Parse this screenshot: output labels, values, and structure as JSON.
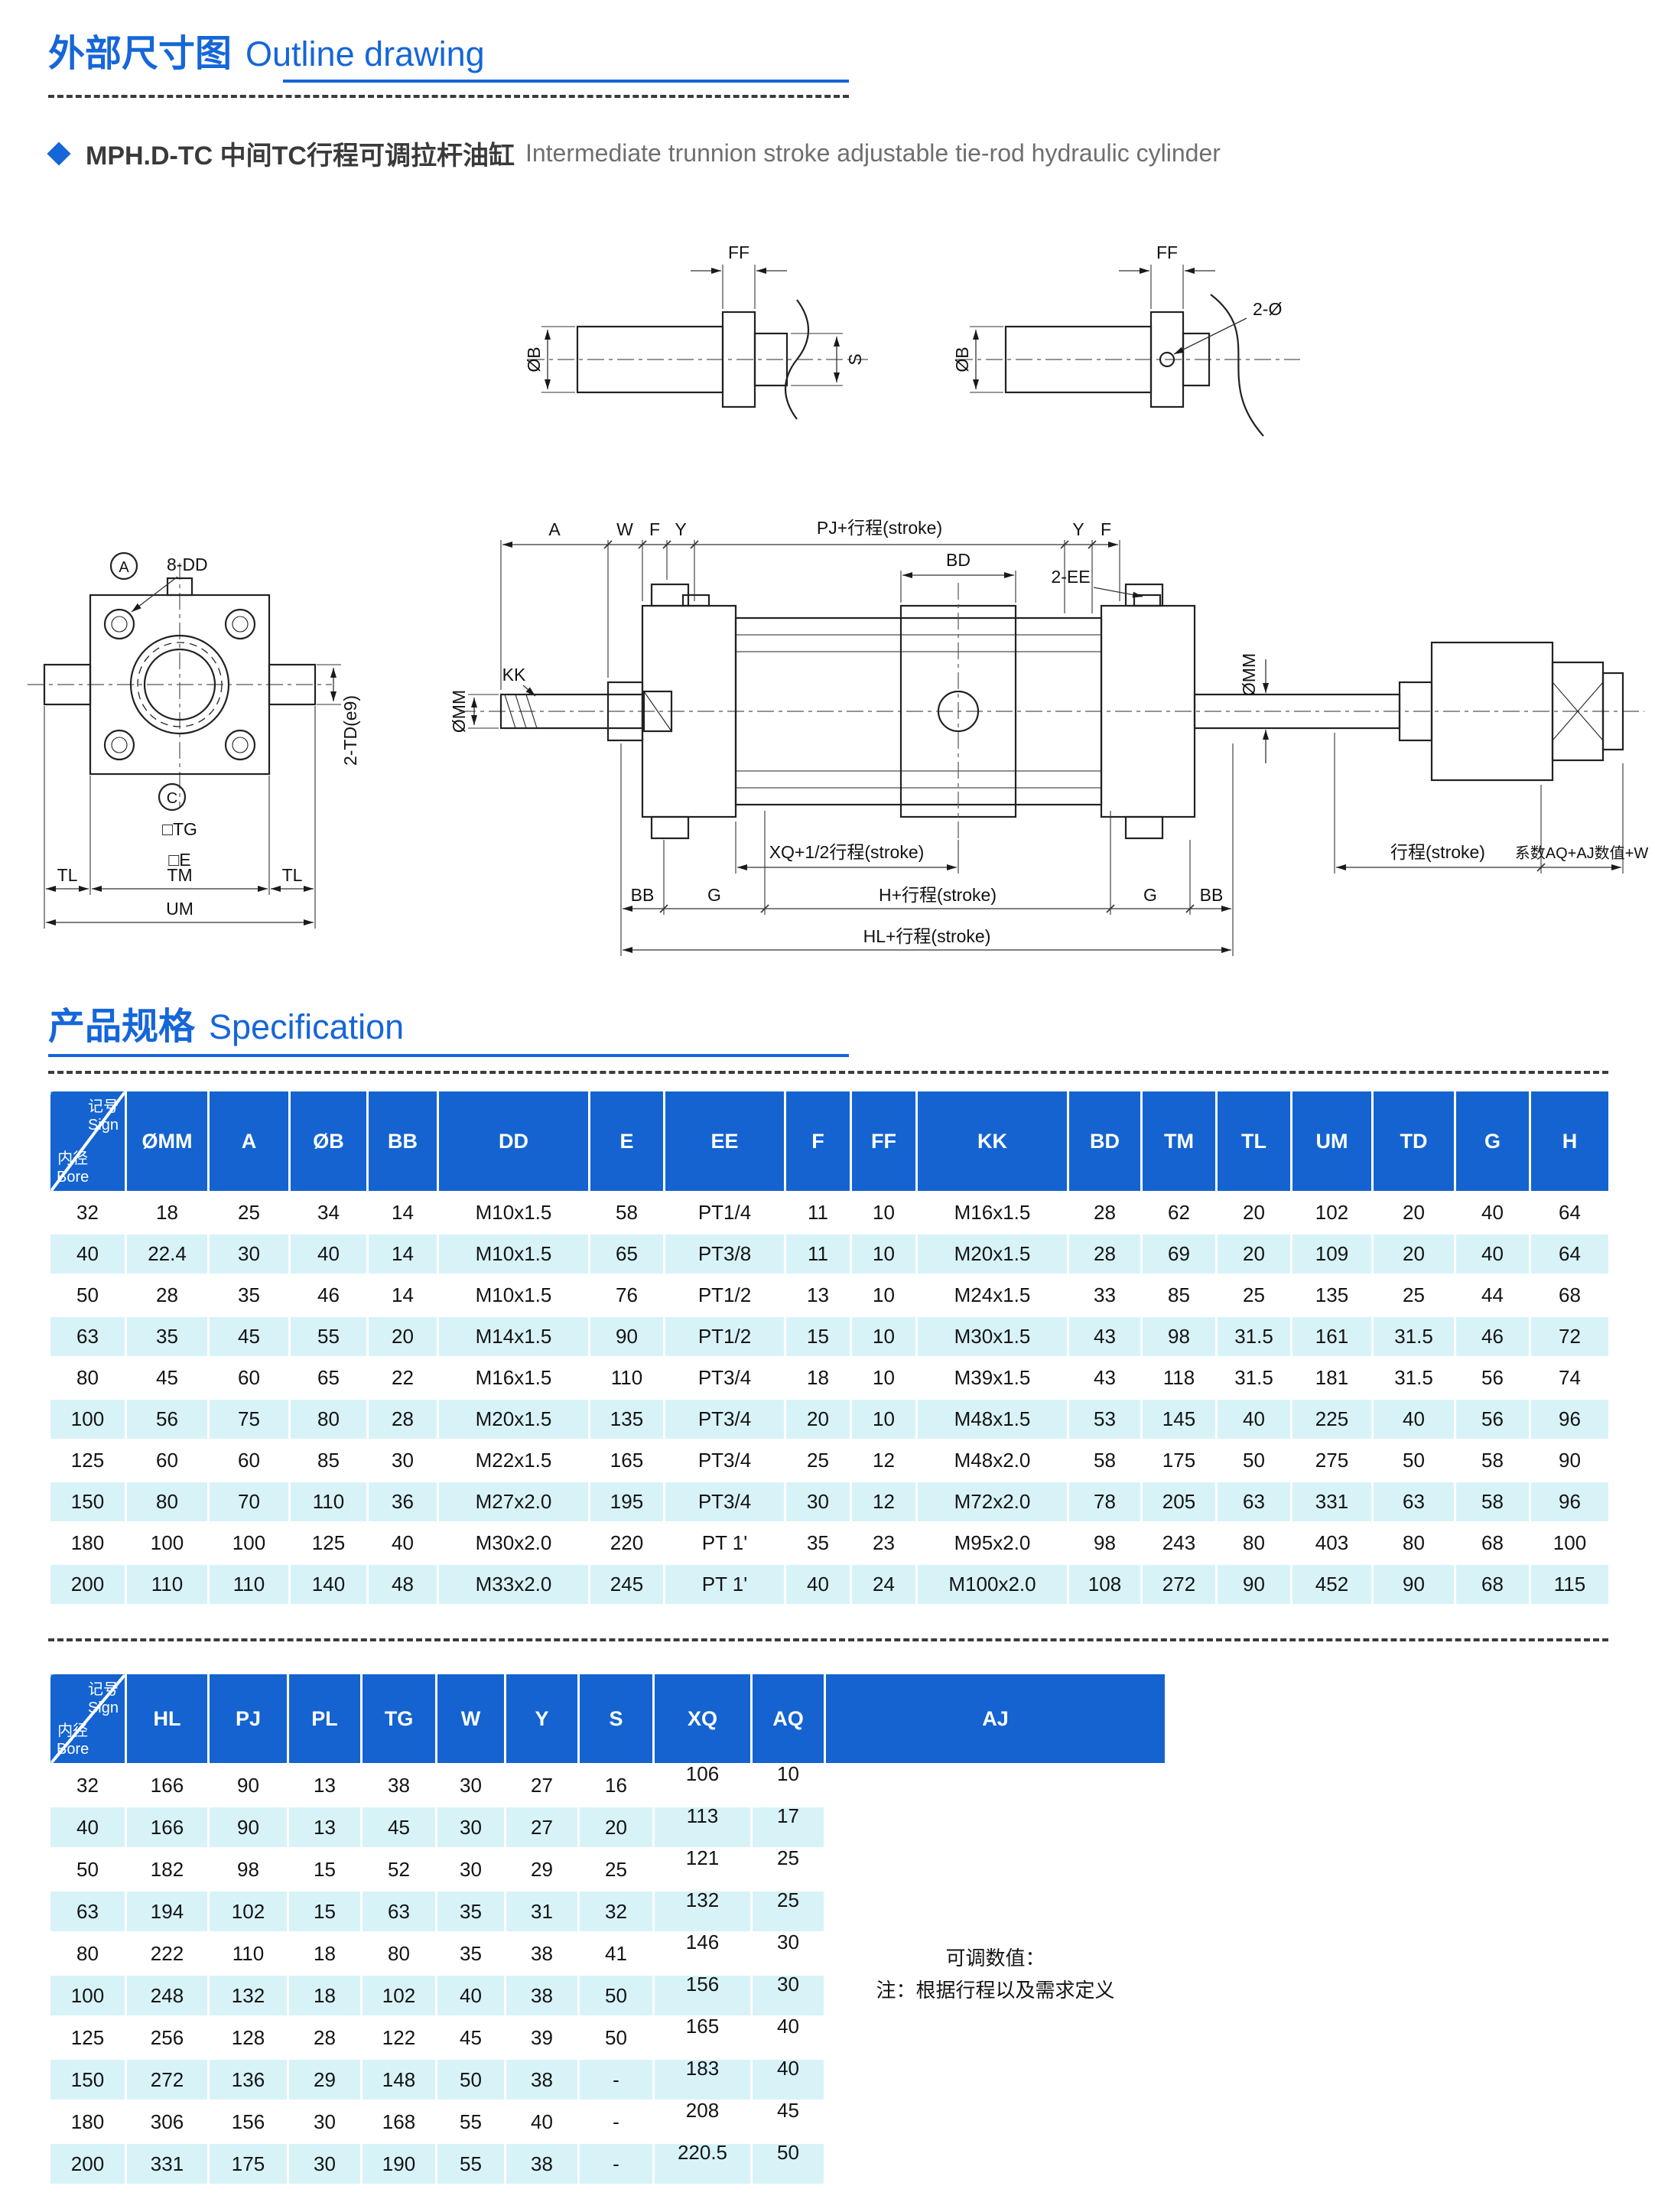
{
  "header": {
    "title_zh": "外部尺寸图",
    "title_en": "Outline drawing",
    "product_zh": "MPH.D-TC 中间TC行程可调拉杆油缸",
    "product_en": "Intermediate trunnion stroke adjustable tie-rod hydraulic cylinder"
  },
  "spec_section": {
    "title_zh": "产品规格",
    "title_en": "Specification"
  },
  "colors": {
    "accent_blue": "#1566d9",
    "table_header_blue": "#1463d0",
    "row_alt_cyan": "#d8f3f8"
  },
  "drawing": {
    "labels": {
      "ff": "FF",
      "ob": "ØB",
      "s": "S",
      "two_dia": "2-Ø",
      "balloon_a": "A",
      "dd8": "8-DD",
      "balloon_c": "C",
      "tg": "□TG",
      "e": "□E",
      "tl": "TL",
      "tm": "TM",
      "um": "UM",
      "td2": "2-TD(e9)",
      "a": "A",
      "w": "W",
      "f": "F",
      "y": "Y",
      "pj": "PJ+行程(stroke)",
      "bd": "BD",
      "ee2": "2-EE",
      "omm": "ØMM",
      "kk": "KK",
      "xq": "XQ+1/2行程(stroke)",
      "stroke": "行程(stroke)",
      "aqaj": "系数AQ+AJ数值+W",
      "bb": "BB",
      "g": "G",
      "h": "H+行程(stroke)",
      "hl": "HL+行程(stroke)"
    }
  },
  "corner": {
    "sign_zh": "记号",
    "sign_en": "Sign",
    "bore_zh": "内径",
    "bore_en": "Bore"
  },
  "table1": {
    "columns": [
      "ØMM",
      "A",
      "ØB",
      "BB",
      "DD",
      "E",
      "EE",
      "F",
      "FF",
      "KK",
      "BD",
      "TM",
      "TL",
      "UM",
      "TD",
      "G",
      "H"
    ],
    "rows": [
      {
        "bore": "32",
        "values": [
          "18",
          "25",
          "34",
          "14",
          "M10x1.5",
          "58",
          "PT1/4",
          "11",
          "10",
          "M16x1.5",
          "28",
          "62",
          "20",
          "102",
          "20",
          "40",
          "64"
        ]
      },
      {
        "bore": "40",
        "values": [
          "22.4",
          "30",
          "40",
          "14",
          "M10x1.5",
          "65",
          "PT3/8",
          "11",
          "10",
          "M20x1.5",
          "28",
          "69",
          "20",
          "109",
          "20",
          "40",
          "64"
        ]
      },
      {
        "bore": "50",
        "values": [
          "28",
          "35",
          "46",
          "14",
          "M10x1.5",
          "76",
          "PT1/2",
          "13",
          "10",
          "M24x1.5",
          "33",
          "85",
          "25",
          "135",
          "25",
          "44",
          "68"
        ]
      },
      {
        "bore": "63",
        "values": [
          "35",
          "45",
          "55",
          "20",
          "M14x1.5",
          "90",
          "PT1/2",
          "15",
          "10",
          "M30x1.5",
          "43",
          "98",
          "31.5",
          "161",
          "31.5",
          "46",
          "72"
        ]
      },
      {
        "bore": "80",
        "values": [
          "45",
          "60",
          "65",
          "22",
          "M16x1.5",
          "110",
          "PT3/4",
          "18",
          "10",
          "M39x1.5",
          "43",
          "118",
          "31.5",
          "181",
          "31.5",
          "56",
          "74"
        ]
      },
      {
        "bore": "100",
        "values": [
          "56",
          "75",
          "80",
          "28",
          "M20x1.5",
          "135",
          "PT3/4",
          "20",
          "10",
          "M48x1.5",
          "53",
          "145",
          "40",
          "225",
          "40",
          "56",
          "96"
        ]
      },
      {
        "bore": "125",
        "values": [
          "60",
          "60",
          "85",
          "30",
          "M22x1.5",
          "165",
          "PT3/4",
          "25",
          "12",
          "M48x2.0",
          "58",
          "175",
          "50",
          "275",
          "50",
          "58",
          "90"
        ]
      },
      {
        "bore": "150",
        "values": [
          "80",
          "70",
          "110",
          "36",
          "M27x2.0",
          "195",
          "PT3/4",
          "30",
          "12",
          "M72x2.0",
          "78",
          "205",
          "63",
          "331",
          "63",
          "58",
          "96"
        ]
      },
      {
        "bore": "180",
        "values": [
          "100",
          "100",
          "125",
          "40",
          "M30x2.0",
          "220",
          "PT 1'",
          "35",
          "23",
          "M95x2.0",
          "98",
          "243",
          "80",
          "403",
          "80",
          "68",
          "100"
        ]
      },
      {
        "bore": "200",
        "values": [
          "110",
          "110",
          "140",
          "48",
          "M33x2.0",
          "245",
          "PT 1'",
          "40",
          "24",
          "M100x2.0",
          "108",
          "272",
          "90",
          "452",
          "90",
          "68",
          "115"
        ]
      }
    ]
  },
  "table2": {
    "columns": [
      "HL",
      "PJ",
      "PL",
      "TG",
      "W",
      "Y",
      "S",
      "XQ",
      "AQ",
      "AJ"
    ],
    "rows": [
      {
        "bore": "32",
        "values": [
          "166",
          "90",
          "13",
          "38",
          "30",
          "27",
          "16",
          "106",
          "10"
        ]
      },
      {
        "bore": "40",
        "values": [
          "166",
          "90",
          "13",
          "45",
          "30",
          "27",
          "20",
          "113",
          "17"
        ]
      },
      {
        "bore": "50",
        "values": [
          "182",
          "98",
          "15",
          "52",
          "30",
          "29",
          "25",
          "121",
          "25"
        ]
      },
      {
        "bore": "63",
        "values": [
          "194",
          "102",
          "15",
          "63",
          "35",
          "31",
          "32",
          "132",
          "25"
        ]
      },
      {
        "bore": "80",
        "values": [
          "222",
          "110",
          "18",
          "80",
          "35",
          "38",
          "41",
          "146",
          "30"
        ]
      },
      {
        "bore": "100",
        "values": [
          "248",
          "132",
          "18",
          "102",
          "40",
          "38",
          "50",
          "156",
          "30"
        ]
      },
      {
        "bore": "125",
        "values": [
          "256",
          "128",
          "28",
          "122",
          "45",
          "39",
          "50",
          "165",
          "40"
        ]
      },
      {
        "bore": "150",
        "values": [
          "272",
          "136",
          "29",
          "148",
          "50",
          "38",
          "-",
          "183",
          "40"
        ]
      },
      {
        "bore": "180",
        "values": [
          "306",
          "156",
          "30",
          "168",
          "55",
          "40",
          "-",
          "208",
          "45"
        ]
      },
      {
        "bore": "200",
        "values": [
          "331",
          "175",
          "30",
          "190",
          "55",
          "38",
          "-",
          "220.5",
          "50"
        ]
      }
    ],
    "aj_note": [
      "可调数值：",
      "注：根据行程以及需求定义"
    ]
  }
}
